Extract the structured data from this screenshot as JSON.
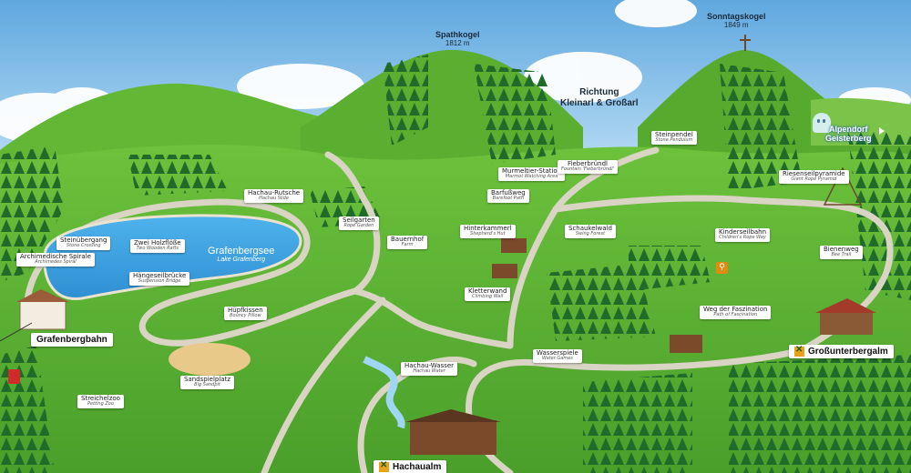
{
  "map": {
    "peaks": [
      {
        "name": "Spathkogel",
        "height": "1812 m"
      },
      {
        "name": "Sonntagskogel",
        "height": "1849 m"
      }
    ],
    "direction": {
      "line1": "Richtung",
      "line2": "Kleinarl & Großarl"
    },
    "alpendorf": {
      "line1": "Alpendorf",
      "line2": "Geisterberg"
    },
    "lake": {
      "name": "Grafenbergsee",
      "subtitle": "Lake Grafenberg"
    },
    "stations": {
      "grafenbergbahn": "Grafenbergbahn",
      "grossunterbergalm": "Großunterbergalm",
      "hachaualm": "Hachaualm"
    },
    "attractions": [
      {
        "id": "hachau-rutsche",
        "name": "Hachau-Rutsche",
        "sub": "Hachau Slide"
      },
      {
        "id": "steinuebergang",
        "name": "Steinübergang",
        "sub": "Stone Crossing"
      },
      {
        "id": "archimedische-spirale",
        "name": "Archimedische Spirale",
        "sub": "Archimedes Spiral"
      },
      {
        "id": "zwei-holzfloesse",
        "name": "Zwei Holzflöße",
        "sub": "Two Wooden Rafts"
      },
      {
        "id": "haengeseilbruecke",
        "name": "Hängeseilbrücke",
        "sub": "Suspension Bridge"
      },
      {
        "id": "seilgarten",
        "name": "Seilgarten",
        "sub": "Rope Garden"
      },
      {
        "id": "bauernhof",
        "name": "Bauernhof",
        "sub": "Farm"
      },
      {
        "id": "murmeltier-station",
        "name": "Murmeltier-Station",
        "sub": "Marmot Watching Area"
      },
      {
        "id": "fieberbruendl",
        "name": "Fieberbründl",
        "sub": "Fountain 'Fieberbründl'"
      },
      {
        "id": "steinpendel",
        "name": "Steinpendel",
        "sub": "Stone Pendulum"
      },
      {
        "id": "barfussweg",
        "name": "Barfußweg",
        "sub": "Barefoot Path"
      },
      {
        "id": "hinterkammerl",
        "name": "Hinterkammerl",
        "sub": "Shepherd's Hut"
      },
      {
        "id": "schaukelwald",
        "name": "Schaukelwald",
        "sub": "Swing Forest"
      },
      {
        "id": "riesenseilpyramide",
        "name": "Riesenseilpyramide",
        "sub": "Giant Rope Pyramid"
      },
      {
        "id": "kinderseilbahn",
        "name": "Kinderseilbahn",
        "sub": "Children's Rope Way"
      },
      {
        "id": "bienenweg",
        "name": "Bienenweg",
        "sub": "Bee Trail"
      },
      {
        "id": "kletterwand",
        "name": "Kletterwand",
        "sub": "Climbing Wall"
      },
      {
        "id": "huepfkissen",
        "name": "Hüpfkissen",
        "sub": "Bouncy Pillow"
      },
      {
        "id": "weg-der-faszination",
        "name": "Weg der Faszination",
        "sub": "Path of Fascination"
      },
      {
        "id": "sandspielplatz",
        "name": "Sandspielplatz",
        "sub": "Big Sandpit"
      },
      {
        "id": "wasserspiele",
        "name": "Wasserspiele",
        "sub": "Water Games"
      },
      {
        "id": "hachau-wasser",
        "name": "Hachau-Wasser",
        "sub": "Hachau Water"
      },
      {
        "id": "streichelzoo",
        "name": "Streichelzoo",
        "sub": "Petting Zoo"
      }
    ],
    "colors": {
      "sky": "#7fbfe8",
      "grass": "#5fb534",
      "grass_dark": "#3e8f24",
      "lake": "#3fa3e0",
      "path": "#d9d4c4",
      "forest": "#1f6b2a",
      "station_icon": "#e8a21a"
    },
    "icons": [
      "ghost-icon",
      "arrow-right-icon",
      "station-icon",
      "toilet-icon",
      "gondola-icon",
      "summit-cross-icon"
    ]
  }
}
